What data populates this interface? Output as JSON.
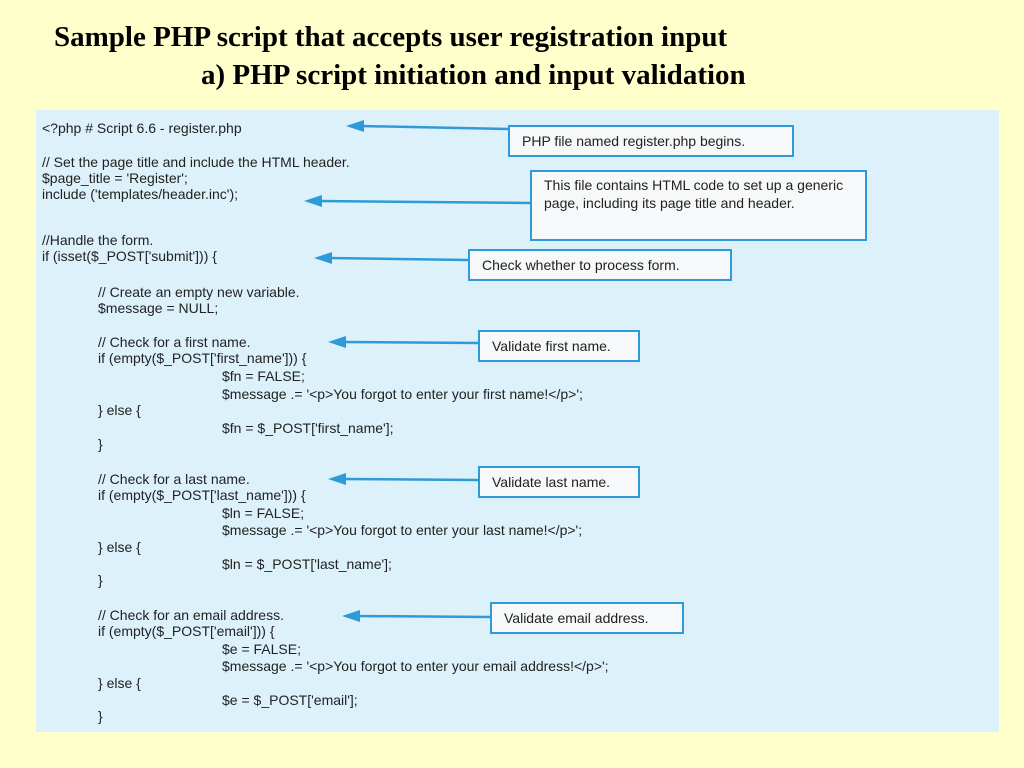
{
  "title": {
    "line1": "Sample PHP script that accepts user registration input",
    "line2": "a) PHP script initiation and input validation"
  },
  "code_lines": [
    "<?php # Script 6.6 - register.php",
    "// Set the page title and include the HTML header.",
    "$page_title = 'Register';",
    "include ('templates/header.inc');",
    "//Handle the form.",
    "if (isset($_POST['submit'])) {",
    "// Create an empty new variable.",
    "$message = NULL;",
    "// Check for a first name.",
    "if (empty($_POST['first_name'])) {",
    "$fn = FALSE;",
    "$message .= '<p>You forgot to enter your first name!</p>';",
    "} else {",
    "$fn = $_POST['first_name'];",
    "}",
    "// Check for a last name.",
    "if (empty($_POST['last_name'])) {",
    "$ln = FALSE;",
    "$message .= '<p>You forgot to enter your last name!</p>';",
    "} else {",
    "$ln = $_POST['last_name'];",
    "}",
    "// Check for an email address.",
    "if (empty($_POST['email'])) {",
    "$e = FALSE;",
    "$message .= '<p>You forgot to enter your email address!</p>';",
    "} else {",
    "$e = $_POST['email'];",
    "}"
  ],
  "callouts": [
    "PHP file named register.php begins.",
    "This file contains HTML code to set up a generic page, including its page title and header.",
    "Check whether to process form.",
    "Validate first name.",
    "Validate last name.",
    "Validate email address."
  ],
  "colors": {
    "background": "#ffffcc",
    "code_panel": "#ddf1fb",
    "accent": "#2e9ad8"
  }
}
